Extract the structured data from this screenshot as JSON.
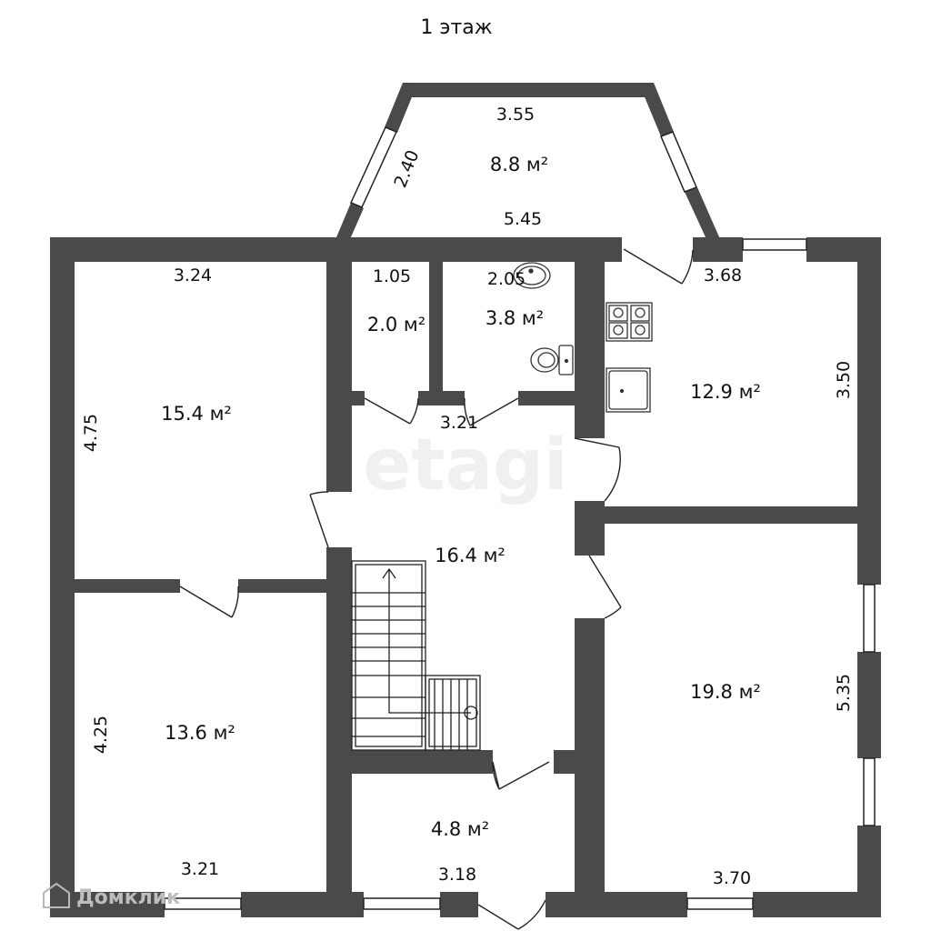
{
  "title": "1 этаж",
  "watermark": "etagi",
  "brand": "Домклик",
  "colors": {
    "wall": "#4a4a4a",
    "line": "#222222",
    "background": "#ffffff"
  },
  "rooms": {
    "bay": {
      "area": "8.8 м²",
      "dim_top": "3.55",
      "dim_side": "2.40",
      "dim_bottom": "5.45"
    },
    "room_nw": {
      "area": "15.4 м²",
      "dim_top": "3.24",
      "dim_side": "4.75"
    },
    "closet": {
      "area": "2.0 м²",
      "dim_top": "1.05"
    },
    "bathroom": {
      "area": "3.8 м²",
      "dim_top": "2.05"
    },
    "hall": {
      "area": "16.4 м²",
      "dim_top": "3.21"
    },
    "kitchen": {
      "area": "12.9 м²",
      "dim_top": "3.68",
      "dim_side": "3.50"
    },
    "room_sw": {
      "area": "13.6 м²",
      "dim_bottom": "3.21",
      "dim_side": "4.25"
    },
    "vestibule": {
      "area": "4.8 м²",
      "dim_bottom": "3.18"
    },
    "room_se": {
      "area": "19.8 м²",
      "dim_bottom": "3.70",
      "dim_side": "5.35"
    }
  }
}
